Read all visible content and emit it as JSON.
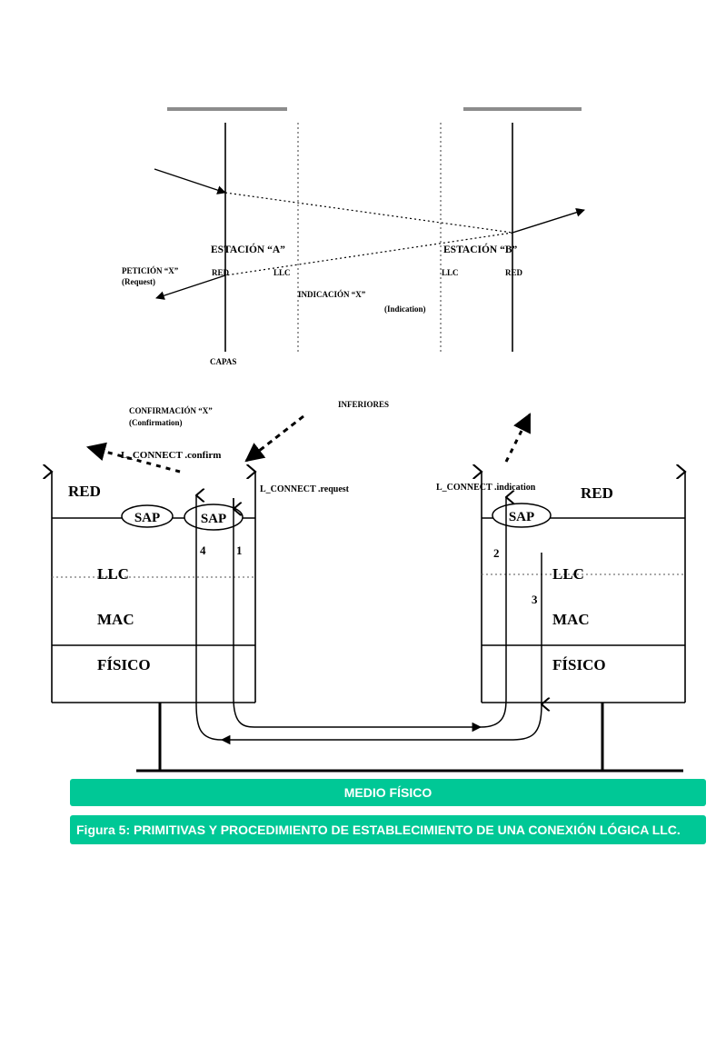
{
  "top_diagram": {
    "station_a": "ESTACIÓN “A”",
    "station_b": "ESTACIÓN “B”",
    "red_a": "RED",
    "llc_a": "LLC",
    "llc_b": "LLC",
    "red_b": "RED",
    "peticion": "PETICIÓN “X”",
    "request": "(Request)",
    "indicacion": "INDICACIÓN “X”",
    "indication": "(Indication)",
    "capas": "CAPAS",
    "inferiores": "INFERIORES",
    "confirmacion": "CONFIRMACIÓN “X”",
    "confirmation": "(Confirmation)"
  },
  "primitives": {
    "confirm": "L_CONNECT .confirm",
    "request": "L_CONNECT .request",
    "indication": "L_CONNECT .indication"
  },
  "station_left": {
    "red": "RED",
    "llc": "LLC",
    "mac": "MAC",
    "fisico": "FÍSICO",
    "sap_1": "SAP",
    "sap_2": "SAP"
  },
  "station_right": {
    "red": "RED",
    "llc": "LLC",
    "mac": "MAC",
    "fisico": "FÍSICO",
    "sap": "SAP"
  },
  "steps": {
    "s1": "1",
    "s2": "2",
    "s3": "3",
    "s4": "4"
  },
  "medio_fisico": "MEDIO FÍSICO",
  "caption": "Figura 5: PRIMITIVAS Y PROCEDIMIENTO DE ESTABLECIMIENTO DE UNA CONEXIÓN LÓGICA LLC.",
  "colors": {
    "banner": "#00c896",
    "banner_text": "#ffffff",
    "lines": "#000000",
    "gray_bar": "#8c8c8c"
  }
}
